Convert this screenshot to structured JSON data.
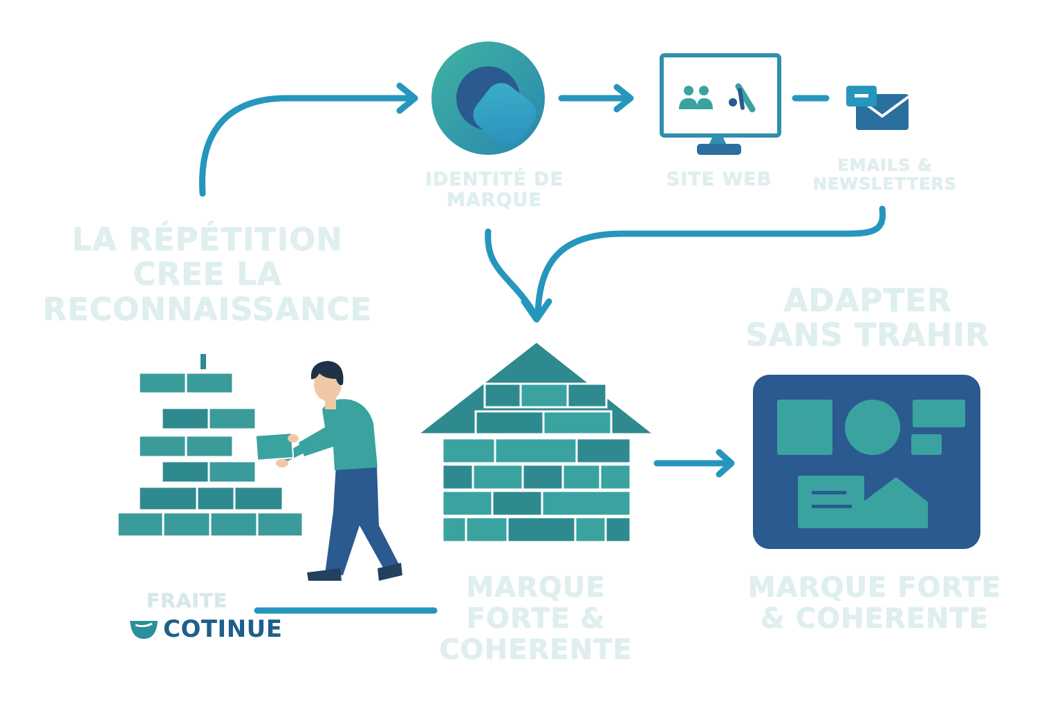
{
  "labels": {
    "identity": [
      "IDENTITÉ DE",
      "MARQUE"
    ],
    "site": [
      "SITE WEB"
    ],
    "emails": [
      "EMAILS &",
      "NEWSLETTERS"
    ],
    "repetition": [
      "LA RÉPÉTITION",
      "CREE LA",
      "RECONNAISSANCE"
    ],
    "adapter": [
      "ADAPTER",
      "SANS TRAHIR"
    ],
    "house": [
      "MARQUE",
      "FORTE &",
      "COHERENTE"
    ],
    "strong": [
      "MARQUE FORTE",
      "& COHERENTE"
    ],
    "fraite": "FRAITE",
    "cotinue": "COTINUE"
  },
  "icons": {
    "identity": "brand-identity-circle-icon",
    "website": "monitor-icon",
    "email": "envelope-icon",
    "people": "people-icon",
    "house": "brick-house-icon",
    "wall": "brick-wall-icon",
    "builder": "person-carrying-brick-icon",
    "adaptive": "adaptive-layout-panel-icon"
  },
  "colors": {
    "accent": "#2596be",
    "teal": "#3aa3a0",
    "teal_dark": "#2e8a8f",
    "navy": "#2a5a8f",
    "label": "#dfeeee"
  }
}
